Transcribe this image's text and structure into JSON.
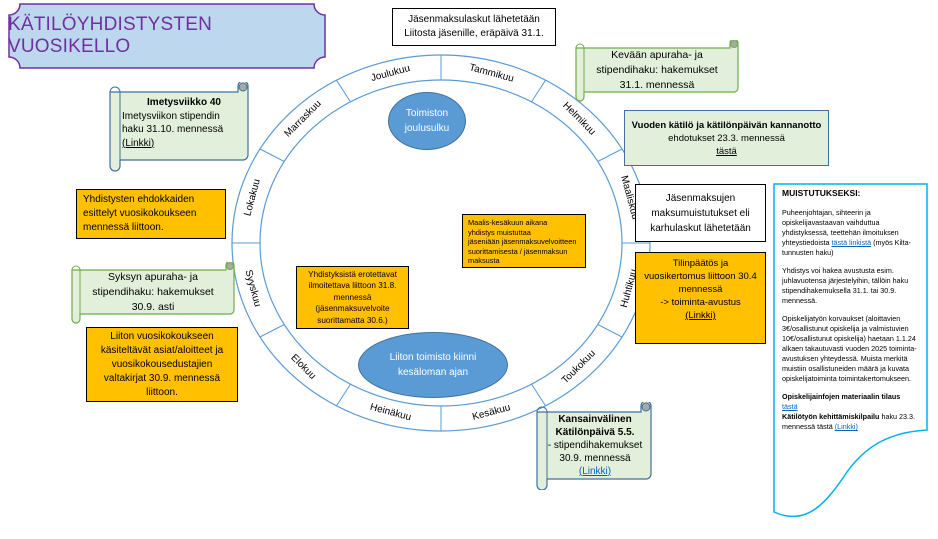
{
  "title": "KÄTILÖYHDISTYSTEN VUOSIKELLO",
  "colors": {
    "title_text": "#7030a0",
    "title_fill": "#bdd7ee",
    "ring_stroke": "#5b9bd5",
    "ellipse_fill": "#5b9bd5",
    "yellow": "#ffc000",
    "green_scroll": "#e2efda",
    "link": "#0563c1"
  },
  "wheel": {
    "months": [
      "Tammikuu",
      "Helmikuu",
      "Maaliskuu",
      "Huhtikuu",
      "Toukokuu",
      "Kesäkuu",
      "Heinäkuu",
      "Elokuu",
      "Syyskuu",
      "Lokakuu",
      "Marraskuu",
      "Joulukuu"
    ],
    "top_ellipse": "Toimiston joulusulku",
    "bottom_ellipse": "Liiton toimisto kiinni kesäloman ajan"
  },
  "notes": {
    "jasenmaksulaskut": {
      "line1": "Jäsenmaksulaskut lähetetään",
      "line2": "Liitosta jäsenille, eräpäivä 31.1."
    },
    "kevaan_apuraha": {
      "line1": "Kevään apuraha- ja",
      "line2": "stipendihaku: hakemukset",
      "line3": "31.1. mennessä"
    },
    "vuoden_katilo": {
      "line1": "Vuoden kätilö ja kätilönpäivän kannanotto",
      "line2": "ehdotukset 23.3. mennessä",
      "link": "tästä"
    },
    "karhulaskut": {
      "line1": "Jäsenmaksujen",
      "line2": "maksumuistutukset eli",
      "line3": "karhulaskut lähetetään"
    },
    "tilinpaatos": {
      "line1": "Tilinpäätös ja",
      "line2": "vuosikertomus liittoon 30.4",
      "line3": "mennessä",
      "line4": "-> toiminta-avustus",
      "link": "(Linkki)"
    },
    "kansainvalinen": {
      "line1": "Kansainvälinen",
      "line2": "Kätilönpäivä 5.5.",
      "line3": "- stipendihakemukset",
      "line4": "30.9. mennessä",
      "link": "(Linkki)"
    },
    "imetysviikko": {
      "heading": "Imetysviikko 40",
      "line1": "Imetysviikon stipendin",
      "line2": "haku 31.10. mennessä",
      "link": "(Linkki)"
    },
    "ehdokkaat": {
      "line1": "Yhdistysten ehdokkaiden",
      "line2": "esittelyt vuosikokoukseen",
      "line3": "mennessä liittoon."
    },
    "syksyn_apuraha": {
      "line1": "Syksyn apuraha- ja",
      "line2": "stipendihaku: hakemukset",
      "line3": "30.9. asti"
    },
    "vuosikokous": {
      "line1": "Liiton vuosikokoukseen",
      "line2": "käsiteltävät asiat/aloitteet ja",
      "line3": "vuosikokousedustajien",
      "line4": "valtakirjat 30.9. mennessä",
      "line5": "liittoon."
    },
    "maalis_kesakuu": {
      "line1": "Maalis-kesäkuun aikana",
      "line2": "yhdistys  muistuttaa",
      "line3": "jäseniään jäsenmaksuvelvoitteen",
      "line4": "suorittamisesta / jäsenmaksun",
      "line5": "maksusta"
    },
    "erotettavat": {
      "line1": "Yhdistyksistä erotettavat",
      "line2": "ilmoitettava liittoon 31.8.",
      "line3": "mennessä",
      "line4": "(jäsenmaksuvelvoite",
      "line5": "suorittamatta 30.6.)"
    }
  },
  "reminder": {
    "title": "MUISTUTUKSEKSI:",
    "p1_text": "Puheenjohtajan, sihteerin ja opiskelijavastaavan vaihduttua yhdistyksessä, teettehän ilmoituksen yhteystiedoista ",
    "p1_link": "tästä linkistä",
    "p1_tail": "  (myös Kilta-tunnusten haku)",
    "p2": "Yhdistys voi hakea avustusta esim. juhlavuotensa järjestelyihin, tällöin haku stipendihakemuksella  31.1. tai 30.9. mennessä.",
    "p3": "Opiskelijatyön korvaukset (aloittavien 3€/osallistunut opiskelija ja valmistuvien 10€/osallistunut opiskelija) haetaan 1.1.24 alkaen takautuvasti vuoden 2025 toiminta-avustuksen yhteydessä. Muista merkitä muistiin osallistuneiden määrä ja kuvata opiskelijatoiminta toimintakertomukseen.",
    "p4_bold": "Opiskelijainfojen materiaalin tilaus",
    "p4_link": "tästä",
    "p5_bold": "Kätilötyön kehittämiskilpailu",
    "p5_text": " haku 23.3. mennessä tästä ",
    "p5_link": "(Linkki)"
  }
}
